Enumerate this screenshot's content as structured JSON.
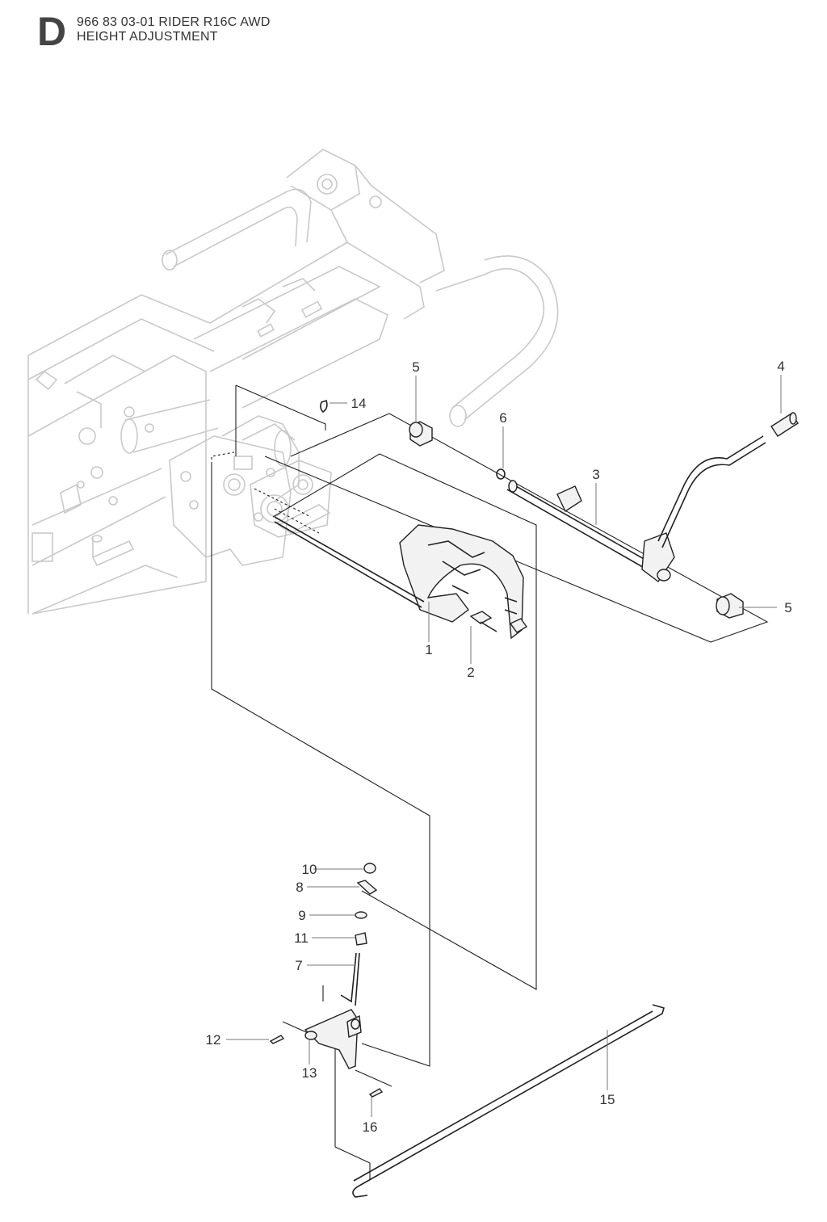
{
  "header": {
    "section_letter": "D",
    "model_line": "966 83 03-01 RIDER R16C AWD",
    "section_title": "HEIGHT ADJUSTMENT"
  },
  "callouts": [
    {
      "id": "callout-1",
      "label": "1"
    },
    {
      "id": "callout-2",
      "label": "2"
    },
    {
      "id": "callout-3",
      "label": "3"
    },
    {
      "id": "callout-4",
      "label": "4"
    },
    {
      "id": "callout-5a",
      "label": "5"
    },
    {
      "id": "callout-5b",
      "label": "5"
    },
    {
      "id": "callout-6",
      "label": "6"
    },
    {
      "id": "callout-7",
      "label": "7"
    },
    {
      "id": "callout-8",
      "label": "8"
    },
    {
      "id": "callout-9",
      "label": "9"
    },
    {
      "id": "callout-10",
      "label": "10"
    },
    {
      "id": "callout-11",
      "label": "11"
    },
    {
      "id": "callout-12",
      "label": "12"
    },
    {
      "id": "callout-13",
      "label": "13"
    },
    {
      "id": "callout-14",
      "label": "14"
    },
    {
      "id": "callout-15",
      "label": "15"
    },
    {
      "id": "callout-16",
      "label": "16"
    }
  ]
}
